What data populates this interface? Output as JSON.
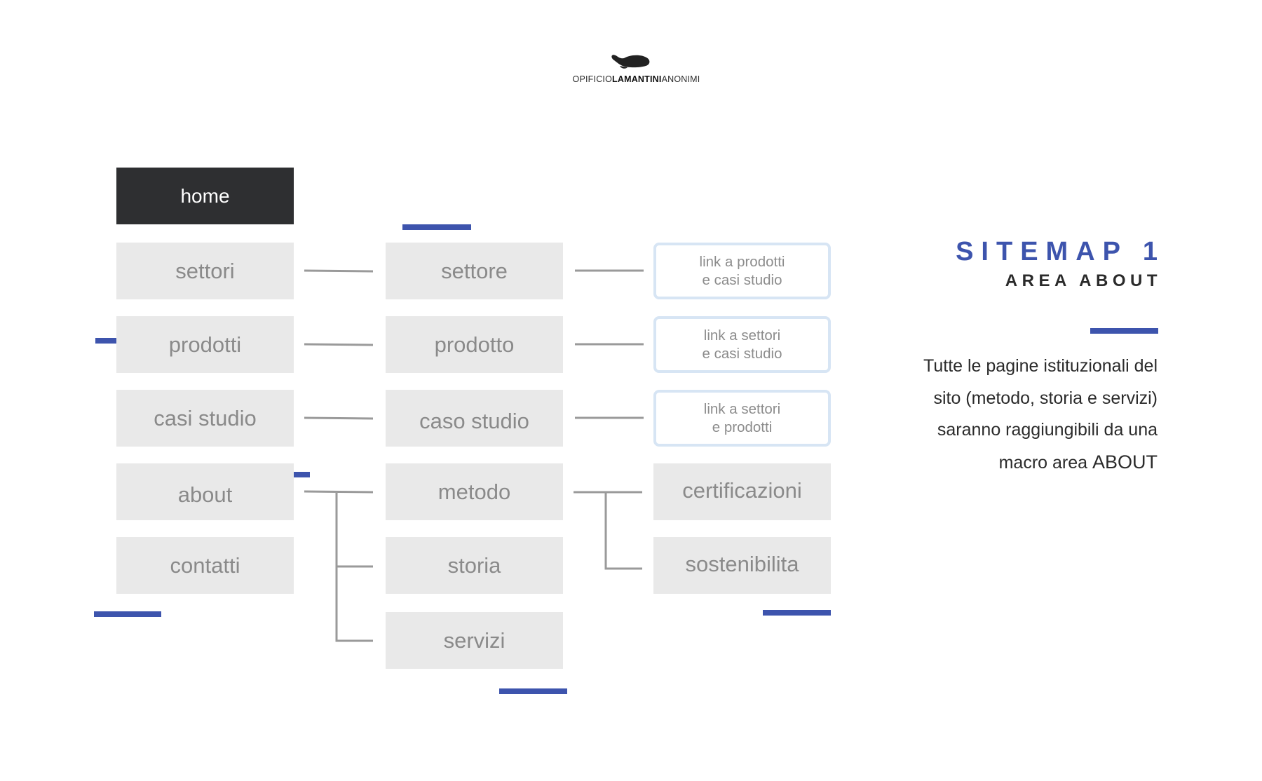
{
  "logo": {
    "part1": "OPIFICIO",
    "part2": "LAMANTINI",
    "part3": "ANONIMI",
    "mark": "manatee-logo-icon"
  },
  "sitemap": {
    "home": "home",
    "level1": [
      "settori",
      "prodotti",
      "casi studio",
      "about",
      "contatti"
    ],
    "level2": [
      "settore",
      "prodotto",
      "caso studio",
      "metodo",
      "storia",
      "servizi"
    ],
    "links": [
      "link a prodotti\ne casi studio",
      "link a settori\ne casi studio",
      "link a settori\ne prodotti"
    ],
    "level3": [
      "certificazioni",
      "sostenibilita"
    ]
  },
  "heading": {
    "title": "SITEMAP 1",
    "subtitle": "AREA ABOUT"
  },
  "description": {
    "lines": [
      "Tutte le pagine istituzionali del",
      "sito (metodo, storia e servizi)",
      "saranno raggiungibili da una"
    ],
    "last_prefix": "macro area ",
    "last_emphasis": "ABOUT"
  },
  "colors": {
    "accent": "#3d54ad",
    "box": "#e9e9e9",
    "home": "#2e2f31",
    "link_border": "#d7e5f4",
    "connector": "#9a9a9a"
  }
}
